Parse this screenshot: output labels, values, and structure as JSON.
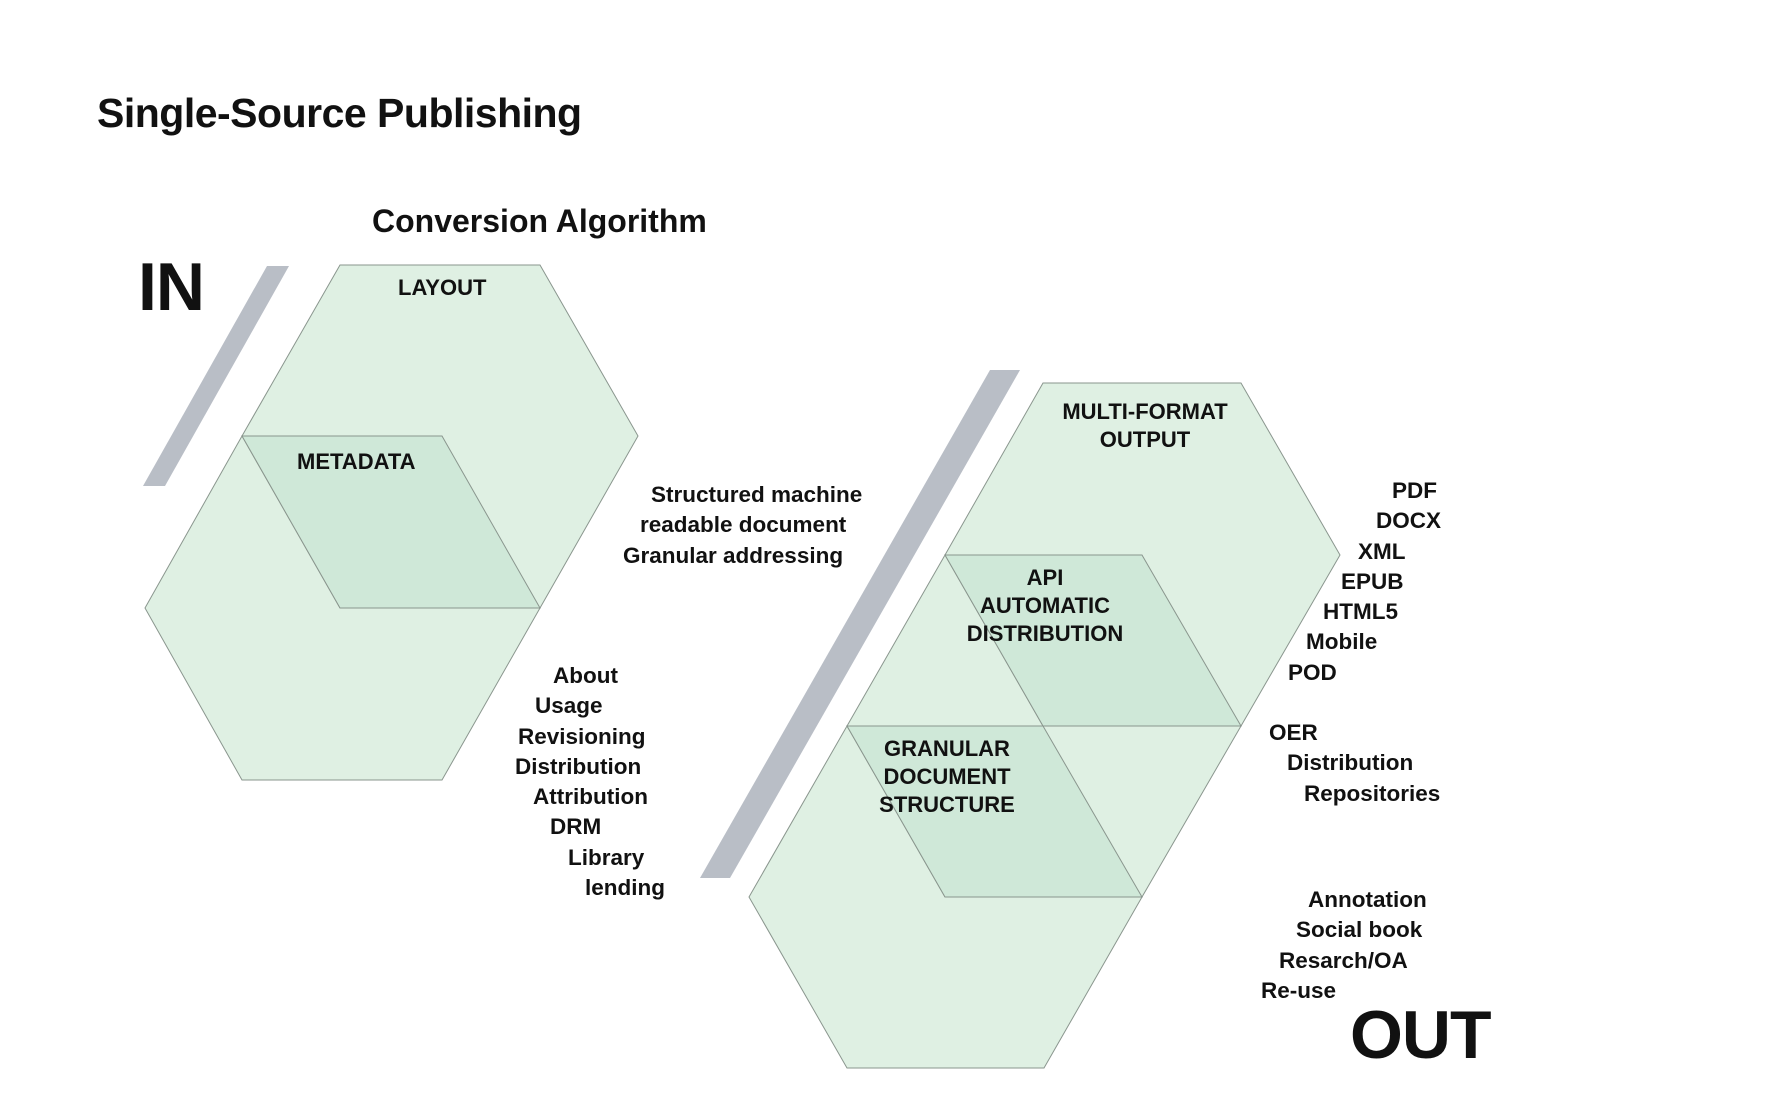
{
  "title": "Single-Source Publishing",
  "subtitle": "Conversion Algorithm",
  "in_label": "IN",
  "out_label": "OUT",
  "left_hex": {
    "layout": "LAYOUT",
    "metadata": "METADATA"
  },
  "right_hex": {
    "multi_format": [
      "MULTI-FORMAT",
      "OUTPUT"
    ],
    "api": [
      "API",
      "AUTOMATIC",
      "DISTRIBUTION"
    ],
    "granular": [
      "GRANULAR",
      "DOCUMENT",
      "STRUCTURE"
    ]
  },
  "structured_list": [
    "Structured machine",
    "readable document",
    "Granular addressing"
  ],
  "metadata_list": [
    "About",
    "Usage",
    "Revisioning",
    "Distribution",
    "Attribution",
    "DRM",
    "Library",
    "lending"
  ],
  "format_list": [
    "PDF",
    "DOCX",
    "XML",
    "EPUB",
    "HTML5",
    "Mobile",
    "POD"
  ],
  "distribution_list": [
    "OER",
    "Distribution",
    "Repositories"
  ],
  "social_list": [
    "Annotation",
    "Social book",
    "Resarch/OA",
    "Re-use"
  ],
  "colors": {
    "hex_fill": "#dff0e3",
    "hex_inner": "#cfe8d8",
    "hex_stroke": "#8a968e",
    "bar": "#b9bec6"
  }
}
